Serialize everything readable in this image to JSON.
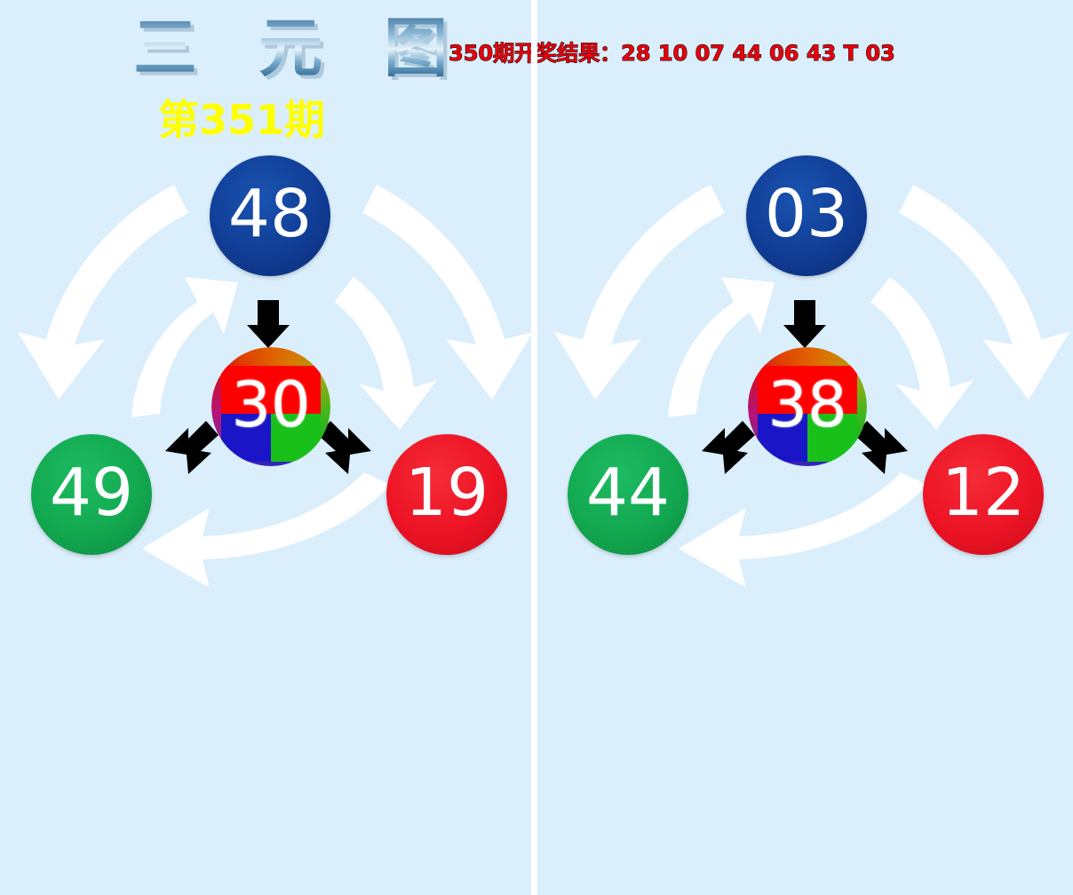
{
  "header": {
    "title": "三 元 图",
    "issue_label": "第351期",
    "result_line": "350期开奖结果：28 10 07 44 06 43 T 03",
    "title_color": "#7fb0d0",
    "issue_color": "#ffff00",
    "result_color": "#e8000d"
  },
  "background_color": "#daeefc",
  "divider_color": "#ffffff",
  "panels": [
    {
      "id": "left-panel",
      "balls": {
        "top": {
          "number": "48",
          "color": "#103d96",
          "color_name": "blue"
        },
        "left": {
          "number": "49",
          "color": "#12a84f",
          "color_name": "green"
        },
        "right": {
          "number": "19",
          "color": "#ec1324",
          "color_name": "red"
        },
        "center": {
          "number": "30",
          "color_name": "multicolor"
        }
      }
    },
    {
      "id": "right-panel",
      "balls": {
        "top": {
          "number": "03",
          "color": "#103d96",
          "color_name": "blue"
        },
        "left": {
          "number": "44",
          "color": "#12a84f",
          "color_name": "green"
        },
        "right": {
          "number": "12",
          "color": "#ec1324",
          "color_name": "red"
        },
        "center": {
          "number": "38",
          "color_name": "multicolor"
        }
      }
    }
  ]
}
